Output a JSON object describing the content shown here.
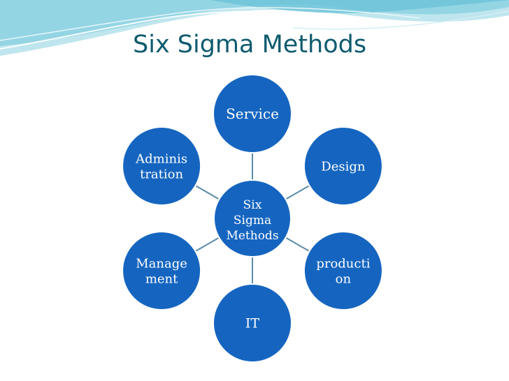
{
  "title": "Six Sigma Methods",
  "colors": {
    "node_fill": "#1565c0",
    "node_stroke": "#ffffff",
    "connector": "#5b8aa8",
    "title": "#0f5b6f"
  },
  "center": {
    "lines": [
      "Six",
      "Sigma",
      "Methods"
    ]
  },
  "nodes": [
    {
      "id": "service",
      "lines": [
        "Service"
      ]
    },
    {
      "id": "design",
      "lines": [
        "Design"
      ]
    },
    {
      "id": "production",
      "lines": [
        "producti",
        "on"
      ]
    },
    {
      "id": "it",
      "lines": [
        "IT"
      ]
    },
    {
      "id": "management",
      "lines": [
        "Manage",
        "ment"
      ]
    },
    {
      "id": "administration",
      "lines": [
        "Adminis",
        "tration"
      ]
    }
  ]
}
